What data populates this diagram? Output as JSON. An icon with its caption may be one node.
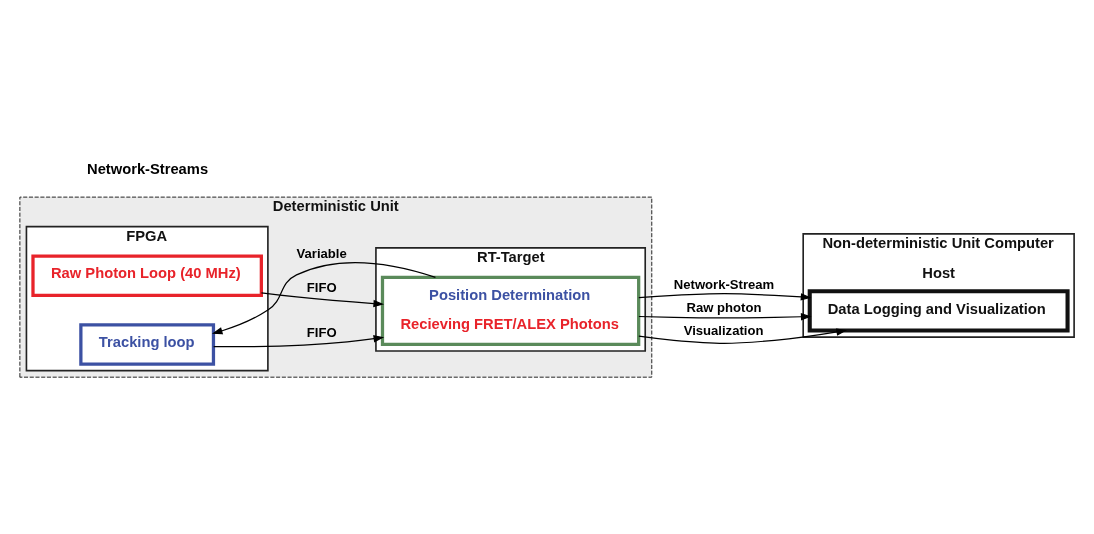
{
  "diagram": {
    "nodes": [
      {
        "text": [
          "Deterministic Unit"
        ]
      },
      {
        "text": [
          "FPGA"
        ],
        "in": 0
      },
      {
        "text": [
          "Tracking loop"
        ],
        "in": 1
      },
      {
        "text": [
          "Raw Photon Loop (40 MHz)"
        ],
        "in": 1
      },
      {
        "text": [
          "RT-Target"
        ],
        "in": 0
      },
      {
        "text": [
          "Position Determination",
          "Recieving FRET/ALEX Photons"
        ],
        "in": 4
      },
      {
        "text": [
          "Non-deterministic Unit Computer",
          "Host"
        ]
      },
      {
        "text": [
          "Data Logging and Visualization"
        ],
        "in": 6
      }
    ],
    "edges": [
      {
        "from": 2,
        "to": 5,
        "arrow": "to",
        "label": "FIFO"
      },
      {
        "from": 5,
        "to": 2,
        "arrow": "to",
        "label": "Variable"
      },
      {
        "from": 3,
        "to": 5,
        "arrow": "to",
        "label": "FIFO"
      },
      {
        "from": 5,
        "to": 7,
        "arrow": "to",
        "label": "Network-Stream"
      },
      {
        "from": 5,
        "to": 7,
        "arrow": "to",
        "label": "Raw photon"
      },
      {
        "from": 5,
        "to": 7,
        "arrow": "to",
        "label": "Visualization"
      }
    ],
    "labels": [
      "Network-Streams"
    ]
  }
}
